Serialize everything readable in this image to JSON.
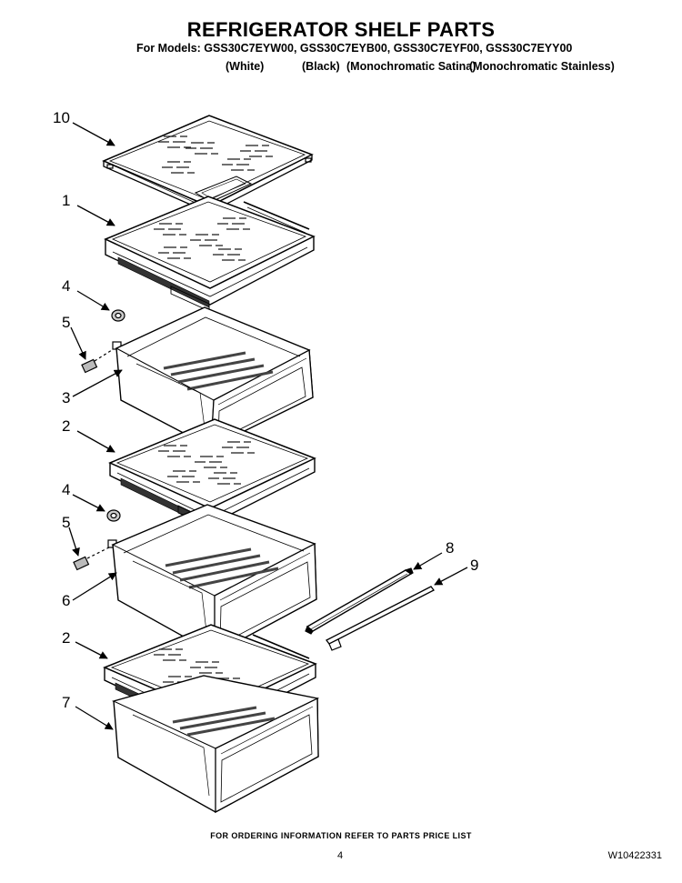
{
  "header": {
    "title": "REFRIGERATOR SHELF PARTS",
    "models": "For Models: GSS30C7EYW00, GSS30C7EYB00, GSS30C7EYF00, GSS30C7EYY00",
    "variants": [
      "(White)",
      "(Black)",
      "(Monochromatic Satina)",
      "(Monochromatic Stainless)"
    ]
  },
  "callouts": [
    "10",
    "1",
    "4",
    "5",
    "3",
    "2",
    "4",
    "5",
    "6",
    "8",
    "9",
    "2",
    "7"
  ],
  "footer": {
    "note": "FOR ORDERING INFORMATION REFER TO PARTS PRICE LIST",
    "page_number": "4",
    "document_number": "W10422331"
  }
}
